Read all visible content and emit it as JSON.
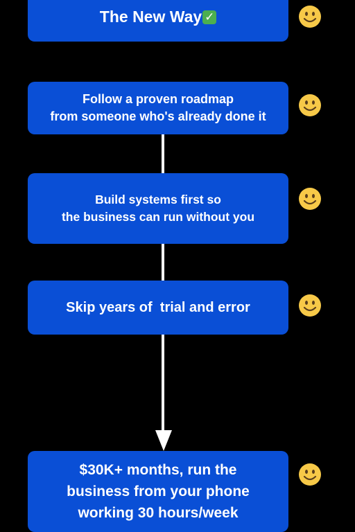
{
  "header": {
    "title": "The New Way",
    "title_icon": "white-check-mark-icon"
  },
  "steps": [
    {
      "lines": [
        "Follow a proven roadmap",
        "from someone who's already done it"
      ]
    },
    {
      "lines": [
        "Build systems first so",
        "the business can run without you"
      ]
    },
    {
      "lines": [
        "Skip years of  trial and error"
      ]
    },
    {
      "lines": [
        "$30K+ months, run the",
        "business from your phone",
        "working 30 hours/week"
      ]
    }
  ],
  "side_icon": "slightly-smiling-face-icon",
  "colors": {
    "background": "#000000",
    "box": "#0a4fd6",
    "text": "#ffffff",
    "connector": "#ffffff",
    "smiley": "#f7c948"
  }
}
